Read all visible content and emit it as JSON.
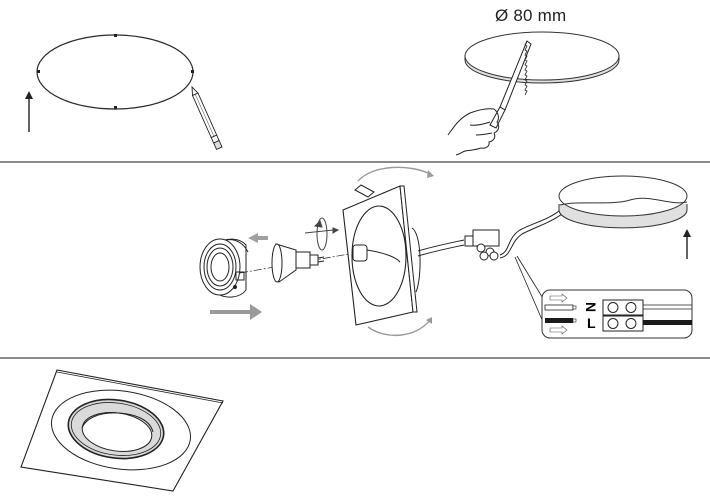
{
  "diagram": {
    "type": "installation-instructions",
    "steps": [
      {
        "id": 1,
        "description": "Mark circle on ceiling with pencil",
        "elements": [
          "ceiling-outline",
          "pencil",
          "up-arrow"
        ]
      },
      {
        "id": 2,
        "description": "Cut hole with saw",
        "dimension_label": "Ø 80 mm",
        "elements": [
          "ceiling-disc",
          "saw",
          "hand"
        ]
      },
      {
        "id": 3,
        "description": "Assemble ring, bulb and frame; connect wires; push into ceiling",
        "elements": [
          "trim-ring",
          "gu10-bulb",
          "square-frame",
          "spring-clips",
          "rotation-arrows",
          "terminal-block",
          "ceiling-disc",
          "up-arrow",
          "wiring-detail"
        ],
        "wiring": {
          "terminals": [
            {
              "label": "N",
              "wire": "neutral",
              "color": "#ffffff"
            },
            {
              "label": "L",
              "wire": "live",
              "color": "#1a1a1a"
            }
          ]
        }
      },
      {
        "id": 4,
        "description": "Installed square downlight",
        "elements": [
          "square-plate",
          "ring",
          "inner-ring"
        ]
      }
    ]
  },
  "colors": {
    "line": "#2a2a2a",
    "divider": "#8a8a8a",
    "arrow_grey": "#9a9a9a",
    "fill_grey": "#d9d9d9"
  }
}
